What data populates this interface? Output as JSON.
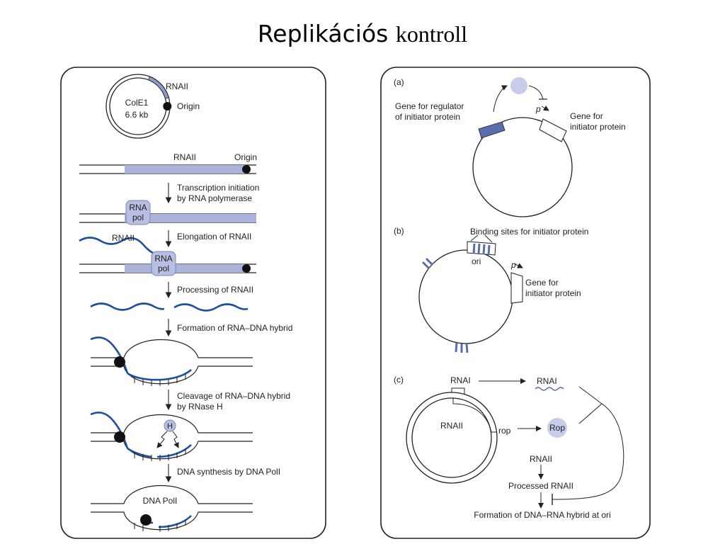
{
  "title": {
    "part1": "Replikációs",
    "part2": "kontroll"
  },
  "colors": {
    "rna": "#1f4fa0",
    "band": "#aab3db",
    "dark_band": "#5a6dae",
    "panel_border": "#222222",
    "bead": "#111111"
  },
  "left": {
    "plasmid": {
      "name_line1": "ColE1",
      "name_line2": "6.6 kb",
      "rna_label": "RNAII",
      "origin_label": "Origin"
    },
    "strip": {
      "rna_label": "RNAII",
      "origin_label": "Origin"
    },
    "steps": [
      {
        "line1": "Transcription initiation",
        "line2": "by RNA polymerase"
      },
      {
        "line1": "Elongation of RNAII",
        "line2": ""
      },
      {
        "line1": "Processing of RNAII",
        "line2": ""
      },
      {
        "line1": "Formation of RNA–DNA hybrid",
        "line2": ""
      },
      {
        "line1": "Cleavage of RNA–DNA hybrid",
        "line2": "by RNase H"
      },
      {
        "line1": "DNA synthesis by DNA PolI",
        "line2": ""
      }
    ],
    "rnapol": {
      "line1": "RNA",
      "line2": "pol"
    },
    "rna_tail_label": "RNAII",
    "rnase_label": "H",
    "dnapol_label": "DNA PolI"
  },
  "right": {
    "a": {
      "tag": "(a)",
      "regulator_line1": "Gene for regulator",
      "regulator_line2": "of initiator protein",
      "promoter": "p",
      "initiator_line1": "Gene for",
      "initiator_line2": "initiator protein"
    },
    "b": {
      "tag": "(b)",
      "binding_label": "Binding sites for initiator protein",
      "ori_label": "ori",
      "promoter": "p",
      "initiator_line1": "Gene for",
      "initiator_line2": "initiator protein"
    },
    "c": {
      "tag": "(c)",
      "rnai_label": "RNAI",
      "rnai_product": "RNAI",
      "rnaii_label": "RNAII",
      "rop_gene": "rop",
      "rop_protein": "Rop",
      "rnaii_step": "RNAII",
      "processed": "Processed RNAII",
      "formation": "Formation of DNA–RNA hybrid at ori"
    }
  }
}
